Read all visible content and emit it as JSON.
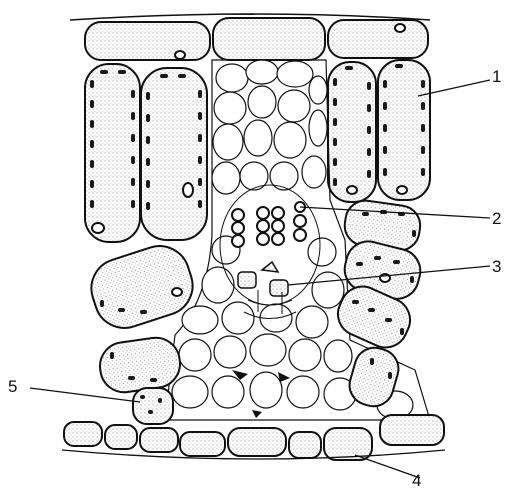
{
  "figure": {
    "labels": [
      {
        "id": "1",
        "text": "1"
      },
      {
        "id": "2",
        "text": "2"
      },
      {
        "id": "3",
        "text": "3"
      },
      {
        "id": "4",
        "text": "4"
      },
      {
        "id": "5",
        "text": "5"
      }
    ]
  },
  "colors": {
    "ink": "#111111",
    "stipple": "#bdbdbd",
    "chloroplast": "#1a1a1a",
    "background": "#ffffff"
  }
}
